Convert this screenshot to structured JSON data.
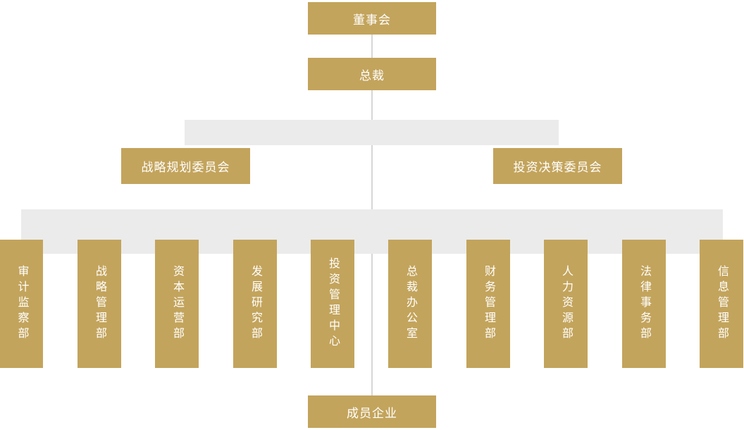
{
  "colors": {
    "gold": "#c3a45c",
    "bar_gray": "#ebebeb",
    "line_gray": "#d6d6d6",
    "text_white": "#ffffff"
  },
  "chart": {
    "board": {
      "label": "董事会"
    },
    "president": {
      "label": "总裁"
    },
    "committees": [
      {
        "label": "战略规划委员会"
      },
      {
        "label": "投资决策委员会"
      }
    ],
    "departments": [
      {
        "label": "审计监察部"
      },
      {
        "label": "战略管理部"
      },
      {
        "label": "资本运营部"
      },
      {
        "label": "发展研究部"
      },
      {
        "label": "投资管理中心"
      },
      {
        "label": "总裁办公室"
      },
      {
        "label": "财务管理部"
      },
      {
        "label": "人力资源部"
      },
      {
        "label": "法律事务部"
      },
      {
        "label": "信息管理部"
      }
    ],
    "member": {
      "label": "成员企业"
    }
  }
}
